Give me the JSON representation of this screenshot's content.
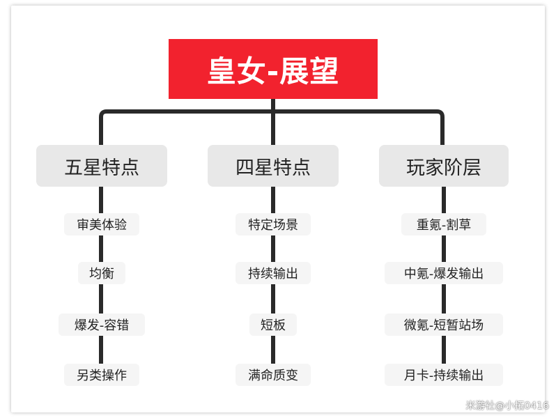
{
  "colors": {
    "root_bg": "#f2222e",
    "root_text": "#ffffff",
    "branch_bg": "#e8e8e8",
    "leaf_bg": "#f5f5f5",
    "connector": "#2a2a2a"
  },
  "root": {
    "label": "皇女-展望"
  },
  "branches": [
    {
      "label": "五星特点",
      "items": [
        "审美体验",
        "均衡",
        "爆发-容错",
        "另类操作"
      ]
    },
    {
      "label": "四星特点",
      "items": [
        "特定场景",
        "持续输出",
        "短板",
        "满命质变"
      ]
    },
    {
      "label": "玩家阶层",
      "items": [
        "重氪-割草",
        "中氪-爆发输出",
        "微氪-短暂站场",
        "月卡-持续输出"
      ]
    }
  ],
  "watermark": "米游社@小拓0416"
}
